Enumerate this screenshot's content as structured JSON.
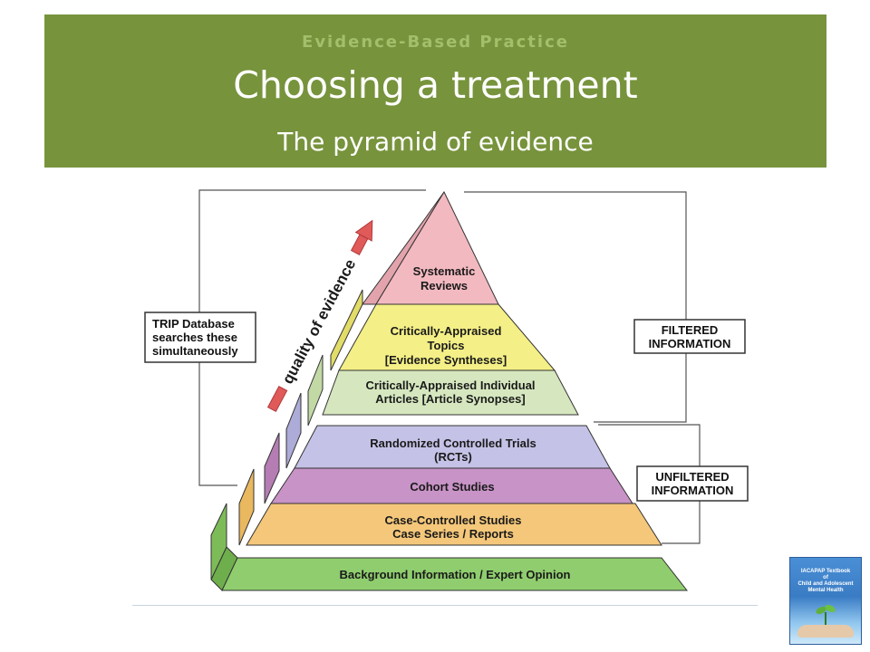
{
  "header": {
    "kicker": "Evidence-Based Practice",
    "title": "Choosing a treatment",
    "subtitle": "The pyramid of evidence"
  },
  "diagram": {
    "arrow_label": "quality of evidence",
    "left_box": [
      "TRIP Database",
      "searches these",
      "simultaneously"
    ],
    "filtered_box": [
      "FILTERED",
      "INFORMATION"
    ],
    "unfiltered_box": [
      "UNFILTERED",
      "INFORMATION"
    ],
    "levels": [
      {
        "lines": [
          "Systematic",
          "Reviews"
        ],
        "color": "#f2b9c0"
      },
      {
        "lines": [
          "Critically-Appraised",
          "Topics",
          "[Evidence Syntheses]"
        ],
        "color": "#f4ef86"
      },
      {
        "lines": [
          "Critically-Appraised Individual",
          "Articles [Article Synopses]"
        ],
        "color": "#d6e7bf"
      },
      {
        "lines": [
          "Randomized Controlled Trials",
          "(RCTs)"
        ],
        "color": "#c4c2e6"
      },
      {
        "lines": [
          "Cohort Studies"
        ],
        "color": "#c893c6"
      },
      {
        "lines": [
          "Case-Controlled Studies",
          "Case Series / Reports"
        ],
        "color": "#f4c77a"
      },
      {
        "lines": [
          "Background Information / Expert Opinion"
        ],
        "color": "#8fcd6e"
      }
    ]
  },
  "book": {
    "title_lines": [
      "IACAPAP Textbook",
      "of",
      "Child and Adolescent",
      "Mental Health"
    ]
  }
}
